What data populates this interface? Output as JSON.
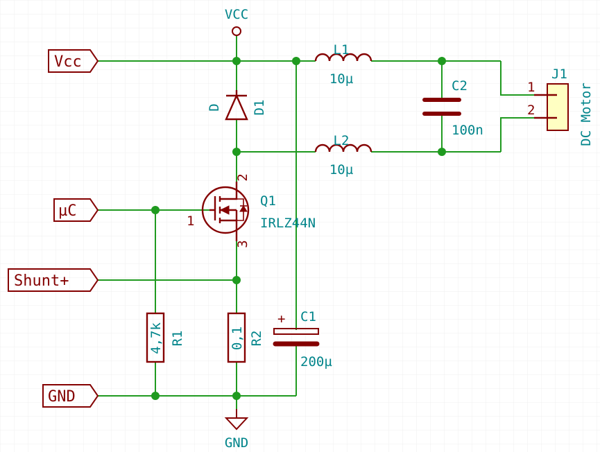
{
  "colors": {
    "wire": "#1f9a1f",
    "component": "#840000",
    "label": "#00848a",
    "background": "#ffffff",
    "grid": "#efefef"
  },
  "power": {
    "vcc": "VCC",
    "gnd": "GND"
  },
  "global_labels": {
    "vcc": "Vcc",
    "uc": "µC",
    "shunt": "Shunt+",
    "gnd": "GND"
  },
  "components": {
    "d1": {
      "ref": "D1",
      "value": "D"
    },
    "l1": {
      "ref": "L1",
      "value": "10µ"
    },
    "l2": {
      "ref": "L2",
      "value": "10µ"
    },
    "c2": {
      "ref": "C2",
      "value": "100n"
    },
    "j1": {
      "ref": "J1",
      "value": "DC Motor",
      "pin1": "1",
      "pin2": "2"
    },
    "q1": {
      "ref": "Q1",
      "value": "IRLZ44N",
      "pin_gate": "1",
      "pin_drain": "2",
      "pin_source": "3"
    },
    "r1": {
      "ref": "R1",
      "value": "4,7k"
    },
    "r2": {
      "ref": "R2",
      "value": "0,1"
    },
    "c1": {
      "ref": "C1",
      "value": "200µ",
      "polarity": "+"
    }
  }
}
